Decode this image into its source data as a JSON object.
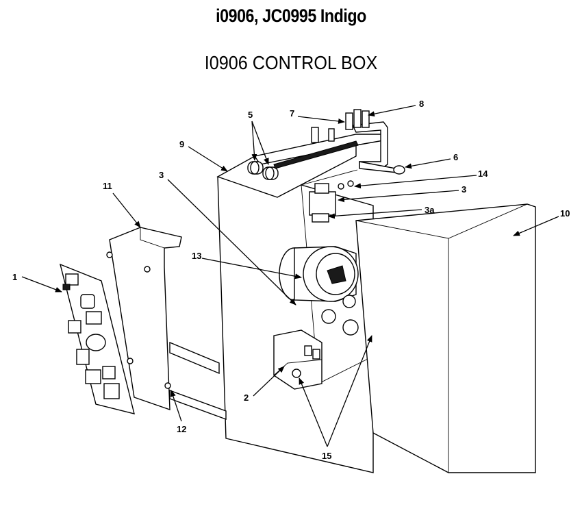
{
  "header": {
    "model_title": "i0906, JC0995 Indigo",
    "section_title": "I0906 CONTROL BOX"
  },
  "callouts": [
    {
      "id": "1",
      "label": "1"
    },
    {
      "id": "2",
      "label": "2"
    },
    {
      "id": "3-left",
      "label": "3"
    },
    {
      "id": "3-right",
      "label": "3"
    },
    {
      "id": "3a",
      "label": "3a"
    },
    {
      "id": "5",
      "label": "5"
    },
    {
      "id": "6",
      "label": "6"
    },
    {
      "id": "7",
      "label": "7"
    },
    {
      "id": "8",
      "label": "8"
    },
    {
      "id": "9",
      "label": "9"
    },
    {
      "id": "10",
      "label": "10"
    },
    {
      "id": "11",
      "label": "11"
    },
    {
      "id": "12",
      "label": "12"
    },
    {
      "id": "13",
      "label": "13"
    },
    {
      "id": "14",
      "label": "14"
    },
    {
      "id": "15",
      "label": "15"
    }
  ],
  "colors": {
    "ink": "#000000",
    "background": "#ffffff",
    "shade": "#bdbdbd"
  }
}
